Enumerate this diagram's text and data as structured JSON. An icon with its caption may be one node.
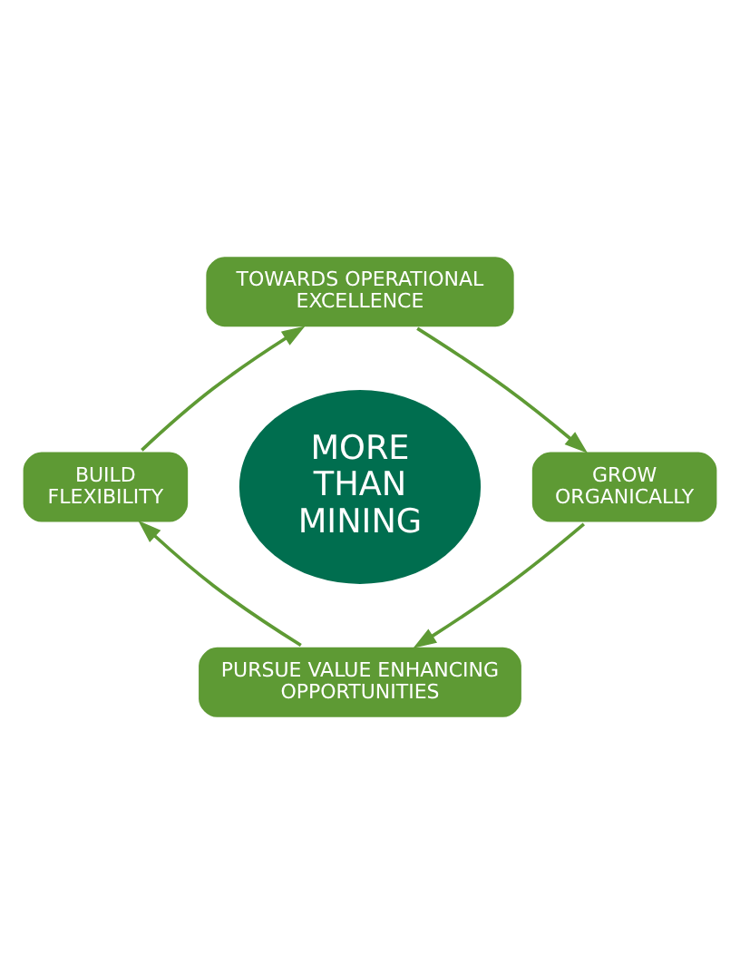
{
  "diagram": {
    "nodes": [
      {
        "text": [
          "TOWARDS OPERATIONAL EXCELLENCE"
        ]
      },
      {
        "text": [
          "BUILD FLEXIBILITY"
        ]
      },
      {
        "text": [
          "MORE THAN MINING"
        ]
      },
      {
        "text": [
          "GROW ORGANICALLY"
        ]
      },
      {
        "text": [
          "PURSUE VALUE ENHANCING OPPORTUNITIES"
        ]
      }
    ],
    "edges": [
      {
        "from": 0,
        "to": 3,
        "arrow": "to"
      },
      {
        "from": 3,
        "to": 4,
        "arrow": "to"
      },
      {
        "from": 4,
        "to": 1,
        "arrow": "to"
      },
      {
        "from": 1,
        "to": 0,
        "arrow": "to"
      }
    ]
  }
}
